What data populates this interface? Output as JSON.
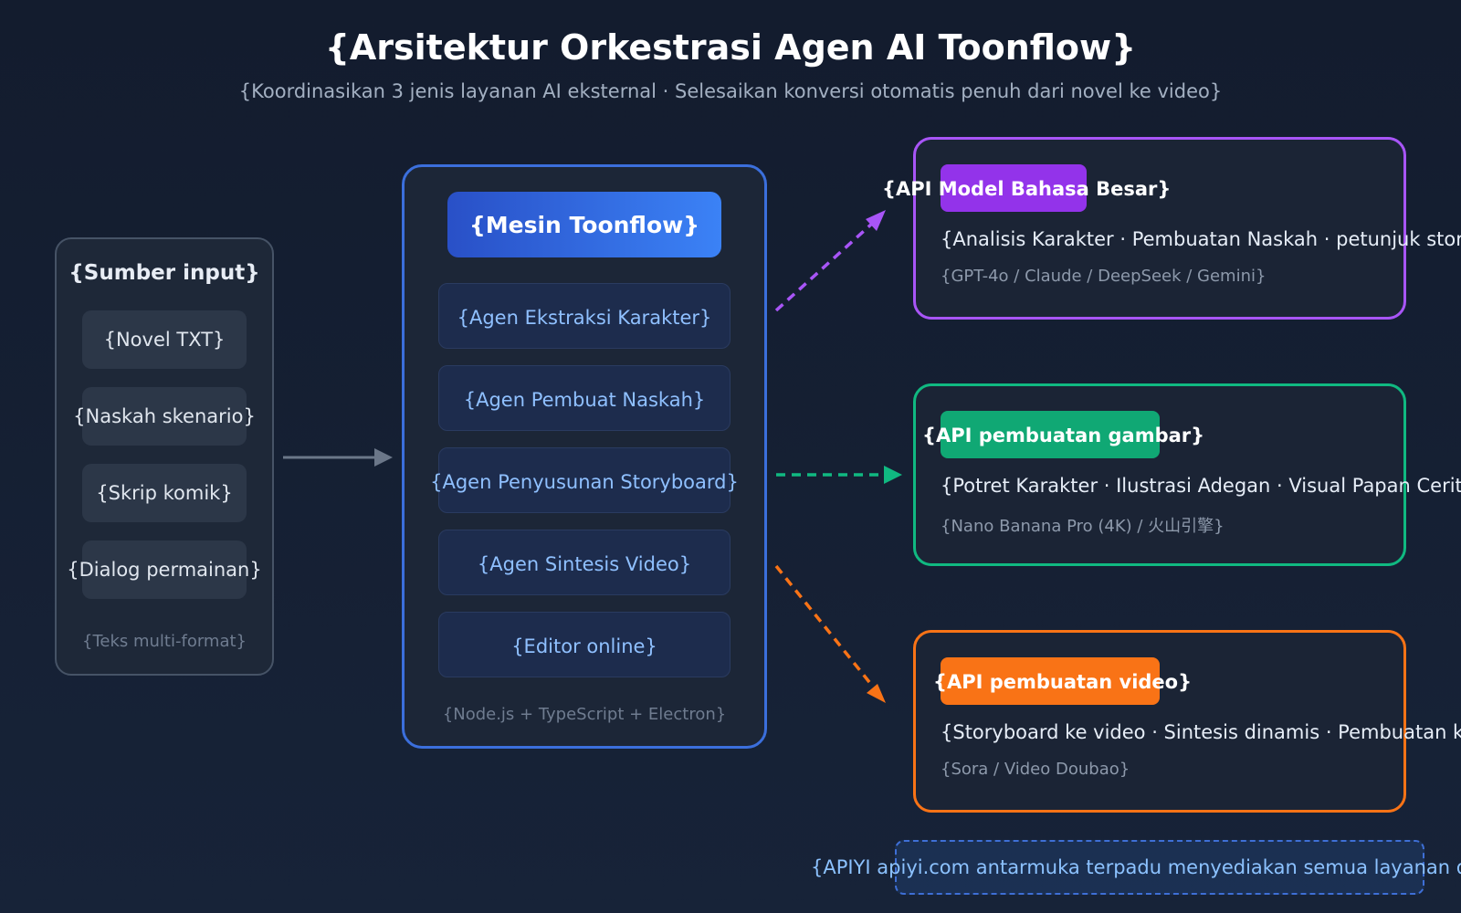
{
  "title": "{Arsitektur Orkestrasi Agen AI Toonflow}",
  "subtitle": "{Koordinasikan 3 jenis layanan AI eksternal · Selesaikan konversi otomatis penuh dari novel ke video}",
  "input": {
    "title": "{Sumber input}",
    "items": [
      {
        "label": "{Novel TXT}"
      },
      {
        "label": "{Naskah skenario}"
      },
      {
        "label": "{Skrip komik}"
      },
      {
        "label": "{Dialog permainan}"
      }
    ],
    "footer": "{Teks multi-format}"
  },
  "engine": {
    "title": "{Mesin Toonflow}",
    "agents": [
      {
        "label": "{Agen Ekstraksi Karakter}"
      },
      {
        "label": "{Agen Pembuat Naskah}"
      },
      {
        "label": "{Agen Penyusunan Storyboard}"
      },
      {
        "label": "{Agen Sintesis Video}"
      },
      {
        "label": "{Editor online}"
      }
    ],
    "footer": "{Node.js + TypeScript + Electron}"
  },
  "apis": [
    {
      "title": "{API Model Bahasa Besar}",
      "description": "{Analisis Karakter · Pembuatan Naskah · petunjuk story",
      "models": "{GPT-4o / Claude / DeepSeek / Gemini}",
      "color": "#a855f7"
    },
    {
      "title": "{API pembuatan gambar}",
      "description": "{Potret Karakter · Ilustrasi Adegan · Visual Papan Cerita",
      "models": "{Nano Banana Pro (4K) / 火山引擎}",
      "color": "#10b981"
    },
    {
      "title": "{API pembuatan video}",
      "description": "{Storyboard ke video · Sintesis dinamis · Pembuatan kl",
      "models": "{Sora / Video Doubao}",
      "color": "#f97316"
    }
  ],
  "footer_note": "{APIYI apiyi.com antarmuka terpadu menyediakan semua layanan di",
  "colors": {
    "background": "#151f31",
    "engine_accent": "#3b82f6",
    "agent_text": "#8fc0ff",
    "llm": "#a855f7",
    "image": "#10b981",
    "video": "#f97316"
  }
}
